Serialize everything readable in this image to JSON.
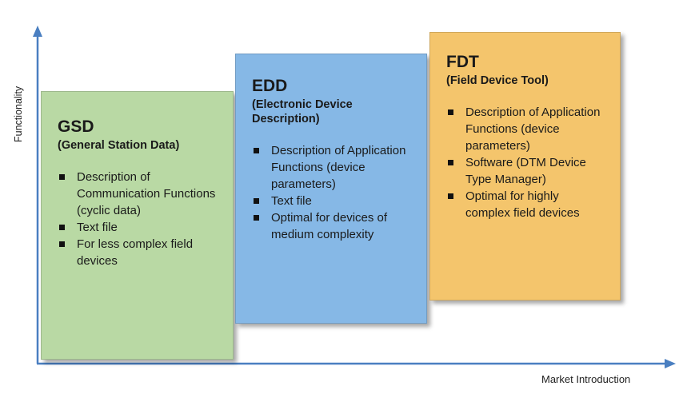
{
  "axes": {
    "y_label": "Functionality",
    "x_label": "Market Introduction",
    "color": "#4a7fc1"
  },
  "boxes": [
    {
      "id": "gsd",
      "title": "GSD",
      "subtitle": "(General Station Data)",
      "color": "#b9d9a4",
      "bullets": [
        "Description of Communication Functions (cyclic data)",
        "Text file",
        "For less complex field devices"
      ]
    },
    {
      "id": "edd",
      "title": "EDD",
      "subtitle": "(Electronic Device Description)",
      "color": "#86b8e6",
      "bullets": [
        "Description of Application Functions (device parameters)",
        "Text file",
        "Optimal for devices of medium complexity"
      ]
    },
    {
      "id": "fdt",
      "title": "FDT",
      "subtitle": "(Field Device Tool)",
      "color": "#f4c56c",
      "bullets": [
        "Description of Application Functions (device parameters)",
        "Software (DTM Device Type Manager)",
        "Optimal for highly complex field devices"
      ]
    }
  ]
}
